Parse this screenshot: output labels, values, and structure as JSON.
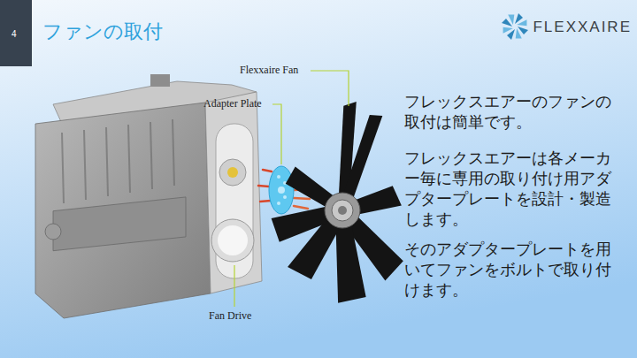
{
  "diagram": {
    "title": "ファンの取付",
    "labels": [
      "4",
      "FLEXXAIRE",
      "Flexxaire Fan",
      "Adapter Plate",
      "Fan Drive",
      "フレックスエアーのファンの取付は簡単です。",
      "フレックスエアーは各メーカー毎に専用の取り付け用アダプタープレートを設計・製造します。",
      "そのアダプタープレートを用いてファンをボルトで取り付けます。"
    ]
  }
}
